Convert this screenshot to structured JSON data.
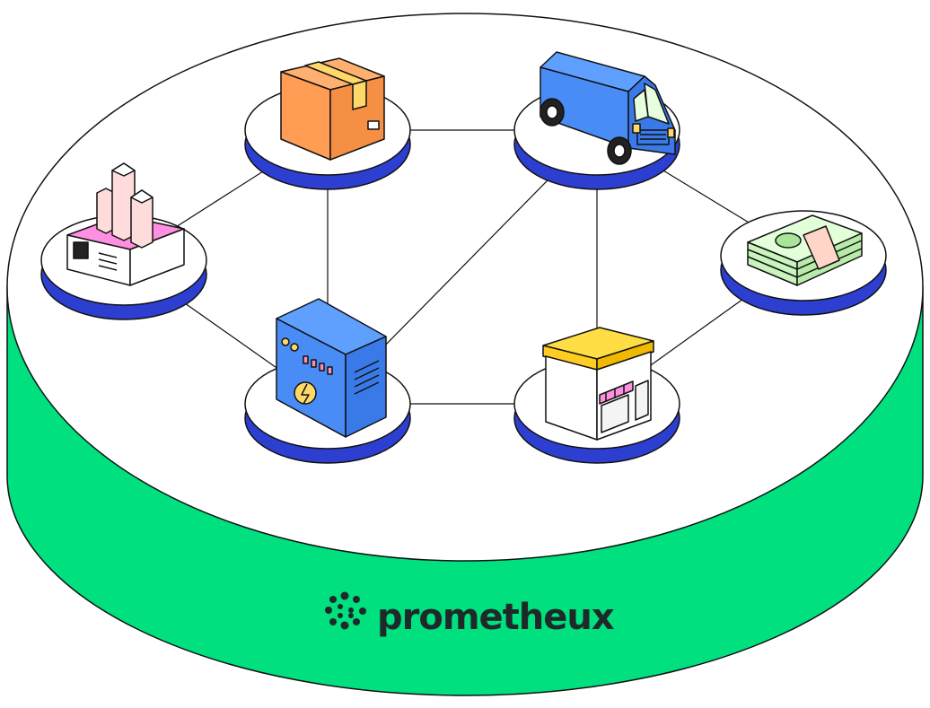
{
  "brand": {
    "wordmark": "prometheux",
    "logo_icon": "dot-cluster-icon"
  },
  "colors": {
    "platform_side": "#00e07f",
    "platform_top": "#ffffff",
    "node_base": "#2d3fd1",
    "outline": "#111111",
    "wordmark": "#1e2a2a"
  },
  "nodes": [
    {
      "id": "box",
      "icon": "package-box-icon"
    },
    {
      "id": "van",
      "icon": "delivery-van-icon"
    },
    {
      "id": "factory",
      "icon": "factory-icon"
    },
    {
      "id": "cash",
      "icon": "cash-stack-icon"
    },
    {
      "id": "power",
      "icon": "power-cabinet-icon"
    },
    {
      "id": "shop",
      "icon": "shop-storefront-icon"
    }
  ],
  "edges": [
    [
      "box",
      "van"
    ],
    [
      "box",
      "factory"
    ],
    [
      "box",
      "power"
    ],
    [
      "van",
      "power"
    ],
    [
      "van",
      "shop"
    ],
    [
      "van",
      "cash"
    ],
    [
      "factory",
      "power"
    ],
    [
      "power",
      "shop"
    ],
    [
      "shop",
      "cash"
    ]
  ]
}
